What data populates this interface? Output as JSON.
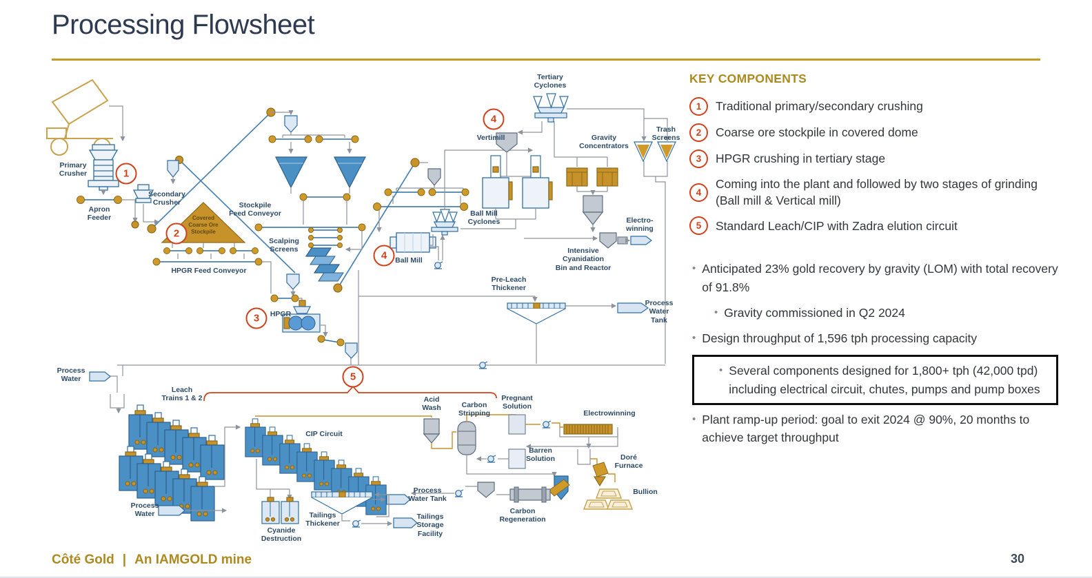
{
  "slide": {
    "title": "Processing Flowsheet",
    "page_number": "30"
  },
  "footer": {
    "brand": "Côté Gold",
    "divider": "|",
    "tagline": "An IAMGOLD mine"
  },
  "ui": {
    "bullet": "•"
  },
  "key_components": {
    "heading": "KEY COMPONENTS",
    "items": [
      {
        "num": "1",
        "text": "Traditional primary/secondary crushing"
      },
      {
        "num": "2",
        "text": "Coarse ore stockpile in covered dome"
      },
      {
        "num": "3",
        "text": "HPGR crushing in tertiary stage"
      },
      {
        "num": "4",
        "text": "Coming into the plant and followed by two stages of grinding (Ball mill & Vertical mill)"
      },
      {
        "num": "5",
        "text": "Standard Leach/CIP with Zadra elution circuit"
      }
    ]
  },
  "notes": {
    "bullets": [
      {
        "level": 1,
        "boxed": false,
        "text": "Anticipated 23% gold recovery by gravity (LOM) with total recovery of 91.8%"
      },
      {
        "level": 2,
        "boxed": false,
        "text": "Gravity commissioned in Q2 2024"
      },
      {
        "level": 1,
        "boxed": false,
        "text": "Design throughput of 1,596 tph processing capacity"
      },
      {
        "level": 2,
        "boxed": true,
        "text": "Several components designed for 1,800+ tph (42,000 tpd) including electrical circuit, chutes, pumps and pump boxes"
      },
      {
        "level": 1,
        "boxed": false,
        "text": "Plant ramp-up period: goal to exit 2024 @ 90%, 20 months to achieve target throughput"
      }
    ]
  },
  "diagram": {
    "markers": [
      {
        "num": "1"
      },
      {
        "num": "2"
      },
      {
        "num": "3"
      },
      {
        "num": "4"
      },
      {
        "num": "4"
      },
      {
        "num": "5"
      }
    ],
    "labels": [
      {
        "text": "Primary\nCrusher"
      },
      {
        "text": "Apron\nFeeder"
      },
      {
        "text": "Secondary\nCrusher"
      },
      {
        "text": "Stockpile\nFeed Conveyor"
      },
      {
        "text": "Covered\nCoarse Ore\nStockpile"
      },
      {
        "text": "HPGR Feed Conveyor"
      },
      {
        "text": "Scalping\nScreens"
      },
      {
        "text": "HPGR"
      },
      {
        "text": "Ball Mill"
      },
      {
        "text": "Ball Mill\nCyclones"
      },
      {
        "text": "Tertiary\nCyclones"
      },
      {
        "text": "Vertimill"
      },
      {
        "text": "Gravity\nConcentrators"
      },
      {
        "text": "Trash\nScreens"
      },
      {
        "text": "Electro-\nwinning"
      },
      {
        "text": "Intensive\nCyanidation\nBin and Reactor"
      },
      {
        "text": "Pre-Leach\nThickener"
      },
      {
        "text": "Process\nWater Tank"
      },
      {
        "text": "Process\nWater"
      },
      {
        "text": "Leach\nTrains 1 & 2"
      },
      {
        "text": "CIP Circuit"
      },
      {
        "text": "Acid\nWash"
      },
      {
        "text": "Carbon\nStripping"
      },
      {
        "text": "Pregnant\nSolution"
      },
      {
        "text": "Electrowinning"
      },
      {
        "text": "Barren\nSolution"
      },
      {
        "text": "Doré\nFurnace"
      },
      {
        "text": "Bullion"
      },
      {
        "text": "Carbon\nRegeneration"
      },
      {
        "text": "Process\nWater Tank"
      },
      {
        "text": "Cyanide\nDestruction"
      },
      {
        "text": "Tailings\nThickener"
      },
      {
        "text": "Tailings\nStorage\nFacility"
      },
      {
        "text": "Process\nWater"
      }
    ]
  },
  "colors": {
    "accent_gold": "#c59b26",
    "marker_red": "#d0421b",
    "title_navy": "#2e3a50",
    "diagram_blue": "#2e6da4",
    "diagram_gold": "#c8922a"
  }
}
